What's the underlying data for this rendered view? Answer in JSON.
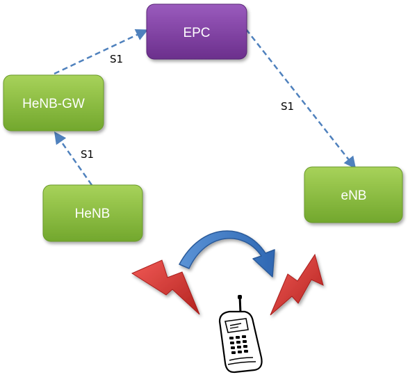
{
  "nodes": {
    "epc": {
      "label": "EPC"
    },
    "henb_gw": {
      "label": "HeNB-GW"
    },
    "henb": {
      "label": "HeNB"
    },
    "enb": {
      "label": "eNB"
    }
  },
  "links": {
    "gw_to_epc": {
      "label": "S1"
    },
    "epc_to_enb": {
      "label": "S1"
    },
    "henb_to_gw": {
      "label": "S1"
    }
  },
  "icons": {
    "handover_arrow": "curved-arrow-icon",
    "signal_left": "lightning-bolt-icon",
    "signal_right": "lightning-bolt-icon",
    "phone": "mobile-phone-icon"
  },
  "colors": {
    "epc_fill": "#7b3f9e",
    "node_green": "#8cbf3f",
    "link_dash": "#4f81bd",
    "arrow_blue": "#3d78c2",
    "bolt_red": "#d8302d"
  }
}
